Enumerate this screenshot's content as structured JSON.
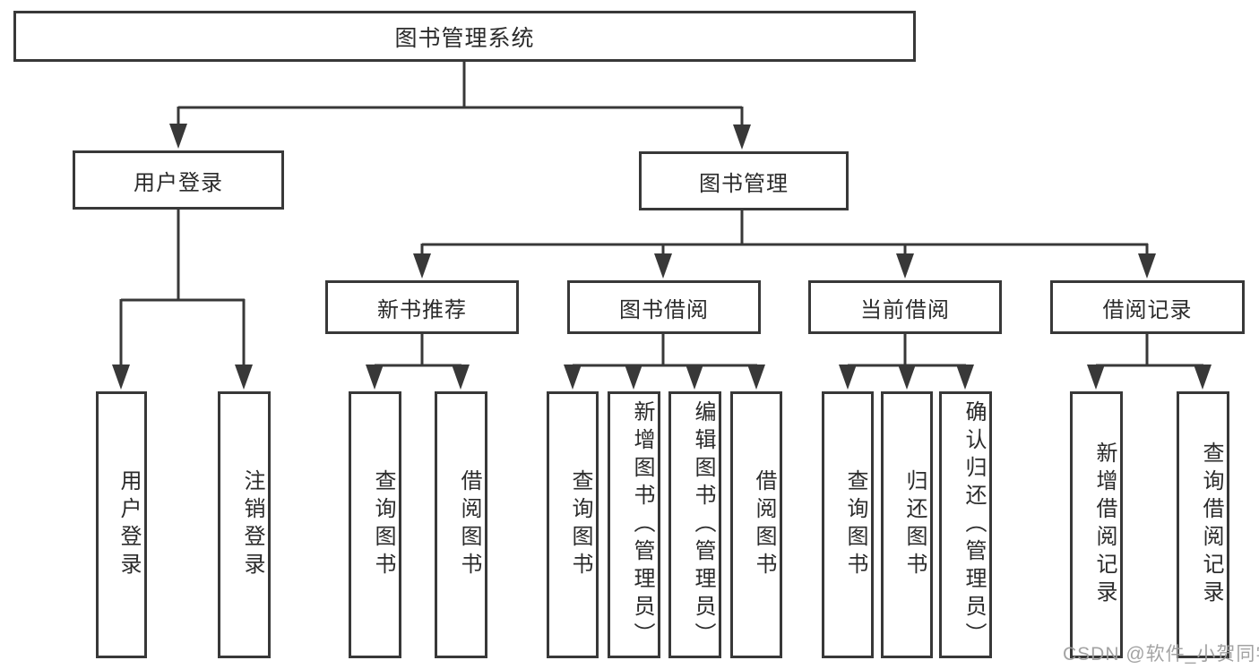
{
  "diagram_title": "图书管理系统",
  "nodes": {
    "root": {
      "label": "图书管理系统"
    },
    "user_login": {
      "label": "用户登录"
    },
    "book_mgmt": {
      "label": "图书管理"
    },
    "new_book_rec": {
      "label": "新书推荐"
    },
    "book_borrow": {
      "label": "图书借阅"
    },
    "current_borrow": {
      "label": "当前借阅"
    },
    "borrow_records": {
      "label": "借阅记录"
    },
    "leaf_user_login": {
      "label": "用户登录"
    },
    "leaf_logout": {
      "label": "注销登录"
    },
    "leaf_nb_query": {
      "label": "查询图书"
    },
    "leaf_nb_borrow": {
      "label": "借阅图书"
    },
    "leaf_bb_query": {
      "label": "查询图书"
    },
    "leaf_bb_add": {
      "label": "新增图书（管理员）"
    },
    "leaf_bb_edit": {
      "label": "编辑图书（管理员）"
    },
    "leaf_bb_borrow": {
      "label": "借阅图书"
    },
    "leaf_cb_query": {
      "label": "查询图书"
    },
    "leaf_cb_return": {
      "label": "归还图书"
    },
    "leaf_cb_confirm": {
      "label": "确认归还（管理员）"
    },
    "leaf_br_add": {
      "label": "新增借阅记录"
    },
    "leaf_br_query": {
      "label": "查询借阅记录"
    }
  },
  "hierarchy": {
    "图书管理系统": {
      "用户登录": [
        "用户登录",
        "注销登录"
      ],
      "图书管理": {
        "新书推荐": [
          "查询图书",
          "借阅图书"
        ],
        "图书借阅": [
          "查询图书",
          "新增图书（管理员）",
          "编辑图书（管理员）",
          "借阅图书"
        ],
        "当前借阅": [
          "查询图书",
          "归还图书",
          "确认归还（管理员）"
        ],
        "借阅记录": [
          "新增借阅记录",
          "查询借阅记录"
        ]
      }
    }
  },
  "watermark": {
    "text": "CSDN @软件_小贺同学"
  },
  "colors": {
    "line": "#383838",
    "box_border": "#383838",
    "text": "#2b2b2b",
    "background": "#ffffff",
    "watermark": "#9e9e9e"
  }
}
